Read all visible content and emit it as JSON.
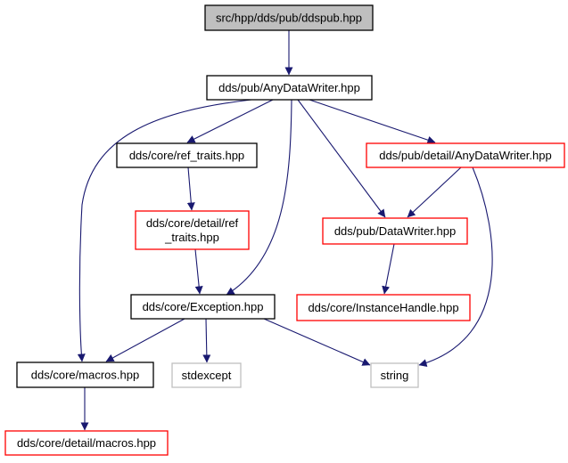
{
  "colors": {
    "edge": "#191970",
    "border_default": "#000000",
    "border_incomplete": "#ff0000",
    "border_external": "#bfbfbf",
    "root_fill": "#bfbfbf",
    "fill": "#ffffff"
  },
  "nodes": [
    {
      "id": "ddspub",
      "lines": [
        "src/hpp/dds/pub/ddspub.hpp"
      ],
      "kind": "root"
    },
    {
      "id": "anydatawriter",
      "lines": [
        "dds/pub/AnyDataWriter.hpp"
      ],
      "kind": "default"
    },
    {
      "id": "ref-traits",
      "lines": [
        "dds/core/ref_traits.hpp"
      ],
      "kind": "default"
    },
    {
      "id": "detail-anydatawriter",
      "lines": [
        "dds/pub/detail/AnyDataWriter.hpp"
      ],
      "kind": "incomplete"
    },
    {
      "id": "detail-ref-traits",
      "lines": [
        "dds/core/detail/ref",
        "_traits.hpp"
      ],
      "kind": "incomplete"
    },
    {
      "id": "datawriter",
      "lines": [
        "dds/pub/DataWriter.hpp"
      ],
      "kind": "incomplete"
    },
    {
      "id": "exception",
      "lines": [
        "dds/core/Exception.hpp"
      ],
      "kind": "default"
    },
    {
      "id": "instancehandle",
      "lines": [
        "dds/core/InstanceHandle.hpp"
      ],
      "kind": "incomplete"
    },
    {
      "id": "macros",
      "lines": [
        "dds/core/macros.hpp"
      ],
      "kind": "default"
    },
    {
      "id": "stdexcept",
      "lines": [
        "stdexcept"
      ],
      "kind": "external"
    },
    {
      "id": "string",
      "lines": [
        "string"
      ],
      "kind": "external"
    },
    {
      "id": "detail-macros",
      "lines": [
        "dds/core/detail/macros.hpp"
      ],
      "kind": "incomplete"
    }
  ],
  "edges": [
    {
      "from": "ddspub",
      "to": "anydatawriter"
    },
    {
      "from": "anydatawriter",
      "to": "macros"
    },
    {
      "from": "anydatawriter",
      "to": "ref-traits"
    },
    {
      "from": "anydatawriter",
      "to": "exception"
    },
    {
      "from": "anydatawriter",
      "to": "datawriter"
    },
    {
      "from": "anydatawriter",
      "to": "detail-anydatawriter"
    },
    {
      "from": "ref-traits",
      "to": "detail-ref-traits"
    },
    {
      "from": "detail-ref-traits",
      "to": "exception"
    },
    {
      "from": "detail-anydatawriter",
      "to": "datawriter"
    },
    {
      "from": "detail-anydatawriter",
      "to": "string"
    },
    {
      "from": "datawriter",
      "to": "instancehandle"
    },
    {
      "from": "exception",
      "to": "macros"
    },
    {
      "from": "exception",
      "to": "stdexcept"
    },
    {
      "from": "exception",
      "to": "string"
    },
    {
      "from": "macros",
      "to": "detail-macros"
    }
  ]
}
